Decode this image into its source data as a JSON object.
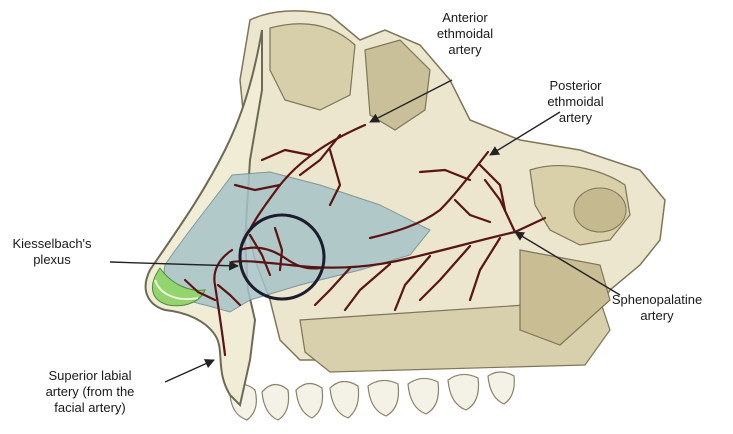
{
  "labels": {
    "anterior_ethmoidal": "Anterior\nethmoidal\nartery",
    "posterior_ethmoidal": "Posterior\nethmoidal\nartery",
    "kiesselbach": "Kiesselbach's\nplexus",
    "sphenopalatine": "Sphenopalatine\nartery",
    "superior_labial": "Superior labial\nartery (from the\nfacial artery)"
  },
  "colors": {
    "artery": "#5a1414",
    "bone": "#e9e4c9",
    "bone_shadow": "#b9b08a",
    "mucosa": "#9bb8bf",
    "cartilage": "#8fcf6a",
    "skin_outline": "#6b6b55",
    "leader_line": "#222222"
  },
  "icons": [
    "plexus-circle-icon",
    "arrow-head-icon"
  ]
}
